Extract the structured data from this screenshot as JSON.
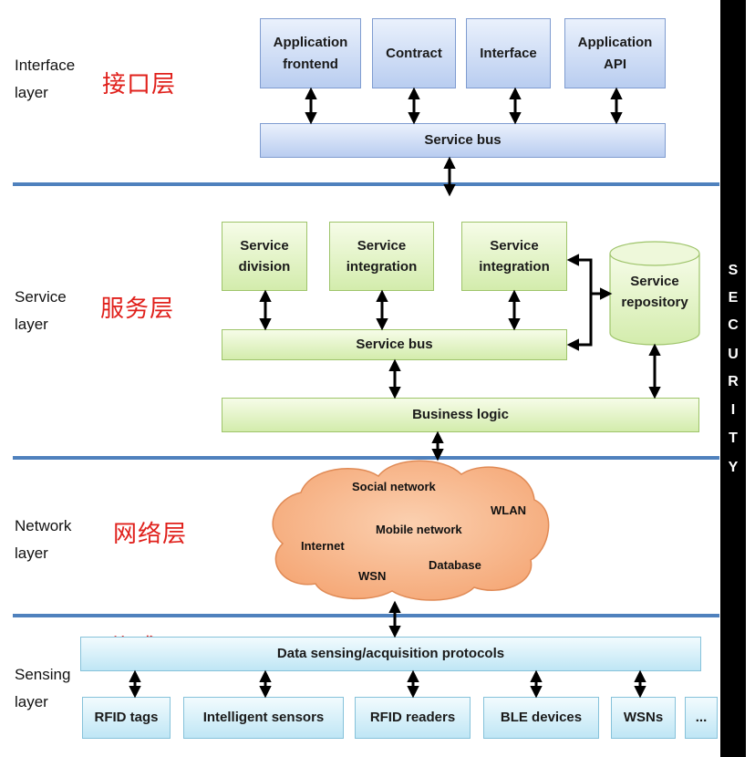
{
  "layers": {
    "interface": {
      "label": "Interface\nlayer",
      "label_cn": "接口层"
    },
    "service": {
      "label": "Service\nlayer",
      "label_cn": "服务层"
    },
    "network": {
      "label": "Network\nlayer",
      "label_cn": "网络层"
    },
    "sensing": {
      "label": "Sensing\nlayer",
      "label_cn": "传感层"
    }
  },
  "interface_layer": {
    "boxes": [
      "Application\nfrontend",
      "Contract",
      "Interface",
      "Application\nAPI"
    ],
    "bus": "Service bus"
  },
  "service_layer": {
    "boxes": [
      "Service\ndivision",
      "Service\nintegration",
      "Service\nintegration"
    ],
    "repository": "Service\nrepository",
    "bus": "Service bus",
    "business_logic": "Business logic"
  },
  "network_layer": {
    "cloud_items": [
      "Social network",
      "WLAN",
      "Mobile network",
      "Internet",
      "Database",
      "WSN"
    ]
  },
  "sensing_layer": {
    "protocols": "Data sensing/acquisition protocols",
    "devices": [
      "RFID tags",
      "Intelligent sensors",
      "RFID  readers",
      "BLE devices",
      "WSNs",
      "..."
    ]
  },
  "security": {
    "letters": [
      "S",
      "E",
      "C",
      "U",
      "R",
      "I",
      "T",
      "Y"
    ]
  },
  "colors": {
    "separator": "#4f81bd",
    "interface_box": "#c6d5f2",
    "service_box": "#d9f0b3",
    "sensing_box": "#cde9f6",
    "cloud_fill": "#f8b98d",
    "chinese_label": "#e0201b",
    "security_bar": "#000000"
  }
}
